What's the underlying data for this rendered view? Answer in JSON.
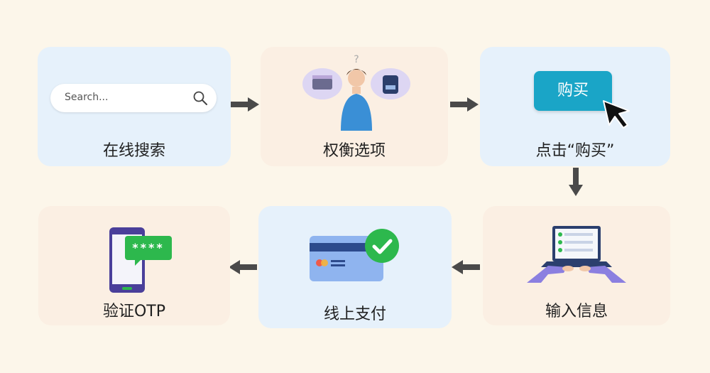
{
  "steps": [
    {
      "id": "search",
      "label": "在线搜索",
      "search_placeholder": "Search..."
    },
    {
      "id": "compare",
      "label": "权衡选项"
    },
    {
      "id": "buy",
      "label": "点击“购买”",
      "button_label": "购买"
    },
    {
      "id": "input",
      "label": "输入信息"
    },
    {
      "id": "pay",
      "label": "线上支付"
    },
    {
      "id": "otp",
      "label": "验证OTP",
      "otp_mask": "****"
    }
  ],
  "colors": {
    "background": "#fcf6ea",
    "card_blue": "#e6f1fb",
    "card_peach": "#fbefe3",
    "arrow": "#4a4a4a",
    "buy_button": "#1aa5c7",
    "check_green": "#2db84d",
    "card_blue_dark": "#2c4a8c"
  }
}
